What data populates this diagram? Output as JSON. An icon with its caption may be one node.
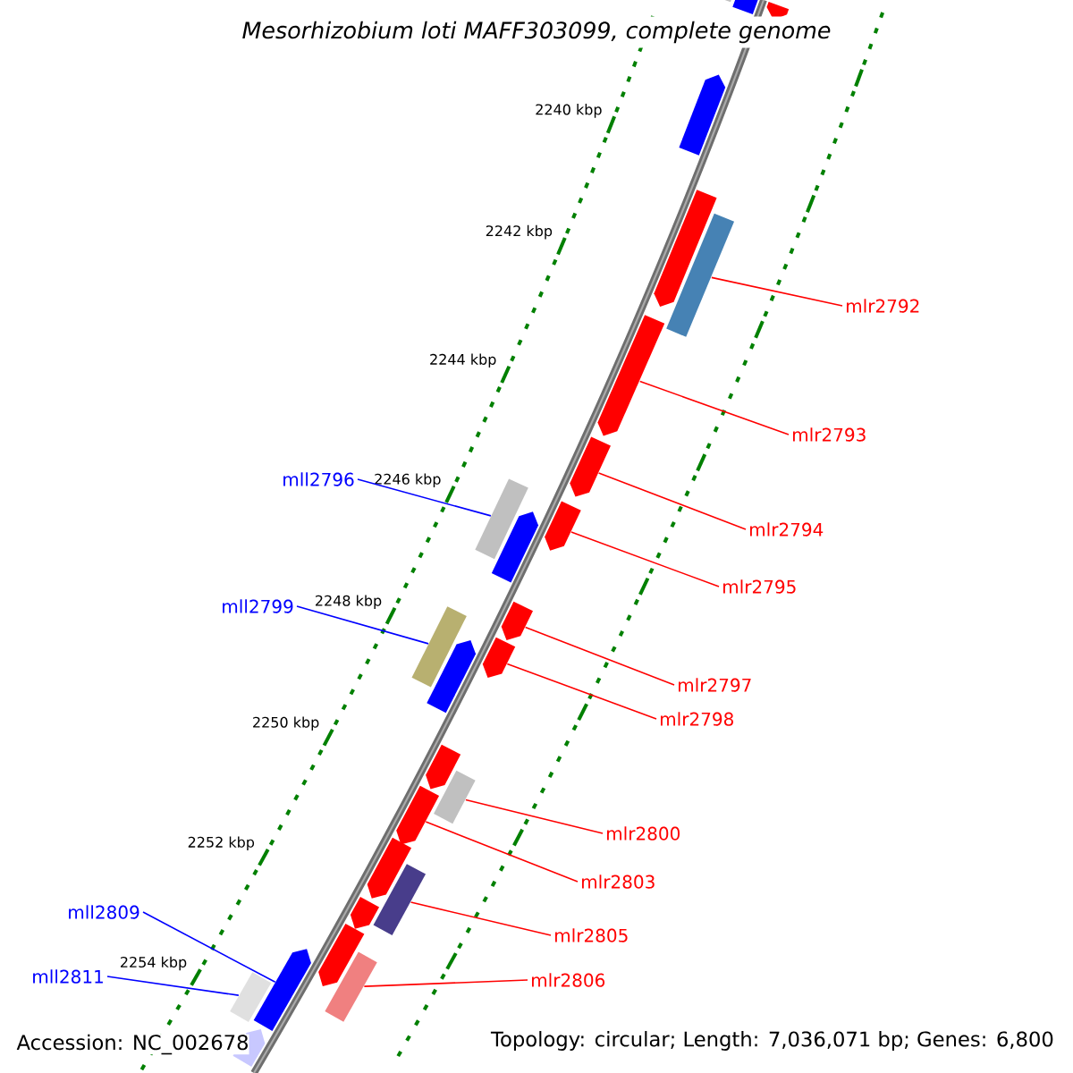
{
  "diagram": {
    "title": "Mesorhizobium loti MAFF303099, complete genome",
    "nodes": [
      {
        "text": [
          "mlr2792"
        ]
      },
      {
        "text": [
          "mlr2793"
        ]
      },
      {
        "text": [
          "mlr2794"
        ]
      },
      {
        "text": [
          "mlr2795"
        ]
      },
      {
        "text": [
          "mll2796"
        ]
      },
      {
        "text": [
          "mlr2797"
        ]
      },
      {
        "text": [
          "mlr2798"
        ]
      },
      {
        "text": [
          "mll2799"
        ]
      },
      {
        "text": [
          "mlr2800"
        ]
      },
      {
        "text": [
          "mlr2803"
        ]
      },
      {
        "text": [
          "mlr2805"
        ]
      },
      {
        "text": [
          "mlr2806"
        ]
      },
      {
        "text": [
          "mll2809"
        ]
      },
      {
        "text": [
          "mll2811"
        ]
      },
      {
        "text": [],
        "shape": "bar"
      },
      {
        "text": [],
        "shape": "bar"
      },
      {
        "text": [],
        "shape": "bar"
      },
      {
        "text": [],
        "shape": "bar"
      },
      {
        "text": [],
        "shape": "bar"
      },
      {
        "text": [],
        "shape": "bar"
      },
      {
        "text": [],
        "shape": "bar"
      },
      {
        "text": [],
        "shape": "bar"
      },
      {
        "text": [],
        "shape": "bar"
      },
      {
        "text": [],
        "shape": "bar"
      },
      {
        "text": [],
        "shape": "bar"
      },
      {
        "text": [],
        "shape": "bar"
      },
      {
        "text": [],
        "shape": "bar"
      },
      {
        "text": [],
        "shape": "bar"
      }
    ],
    "edges": [
      {
        "from": 0,
        "to": 14,
        "arrow": "none"
      },
      {
        "from": 1,
        "to": 15,
        "arrow": "none"
      },
      {
        "from": 2,
        "to": 16,
        "arrow": "none"
      },
      {
        "from": 3,
        "to": 17,
        "arrow": "none"
      },
      {
        "from": 4,
        "to": 18,
        "arrow": "none",
        "color": "#0000ff"
      },
      {
        "from": 5,
        "to": 19,
        "arrow": "none"
      },
      {
        "from": 6,
        "to": 20,
        "arrow": "none"
      },
      {
        "from": 7,
        "to": 21,
        "arrow": "none",
        "color": "#0000ff"
      },
      {
        "from": 8,
        "to": 22,
        "arrow": "none"
      },
      {
        "from": 9,
        "to": 23,
        "arrow": "none"
      },
      {
        "from": 10,
        "to": 24,
        "arrow": "none"
      },
      {
        "from": 11,
        "to": 25,
        "arrow": "none"
      },
      {
        "from": 12,
        "to": 26,
        "arrow": "none",
        "color": "#0000ff"
      },
      {
        "from": 13,
        "to": 27,
        "arrow": "none",
        "color": "#0000ff"
      }
    ],
    "labels": [
      "2240 kbp",
      "2242 kbp",
      "2244 kbp",
      "2246 kbp",
      "2248 kbp",
      "2250 kbp",
      "2252 kbp",
      "2254 kbp",
      "Accession: NC_002678",
      "Topology: circular; Length: 7,036,071 bp; Genes: 6,800"
    ]
  }
}
